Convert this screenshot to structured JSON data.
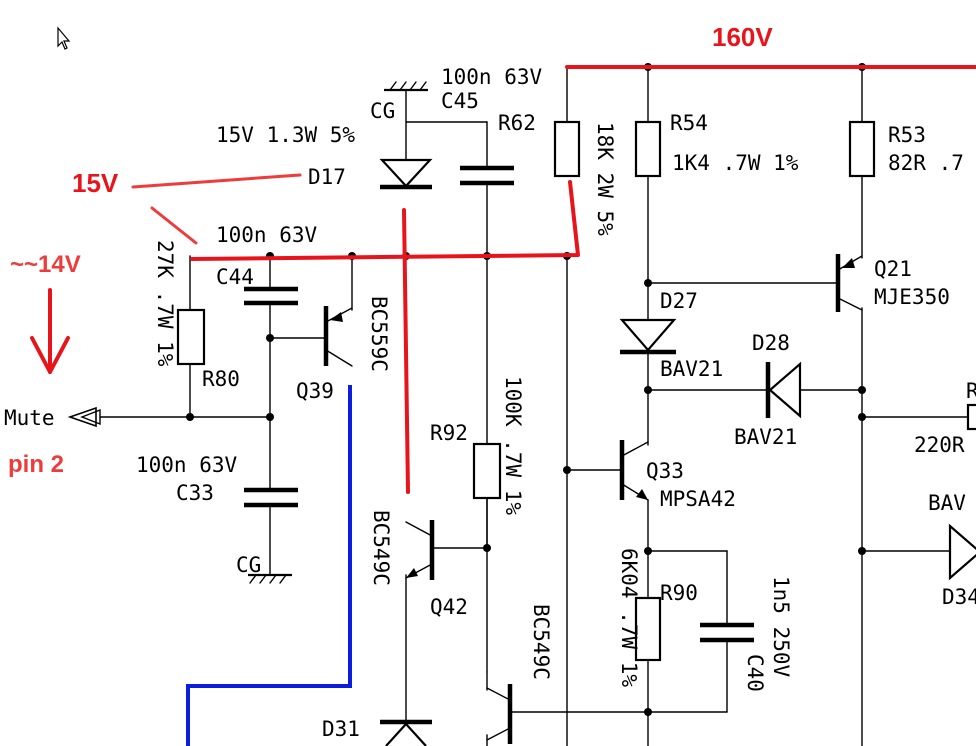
{
  "annotations": {
    "v160": "160V",
    "v15": "15V",
    "v14": "~~14V",
    "pin2": "pin 2"
  },
  "nets": {
    "mute": "Mute",
    "cg_top": "CG",
    "cg_bottom": "CG"
  },
  "components": {
    "c45": {
      "ref": "C45",
      "value": "100n 63V"
    },
    "d17": {
      "ref": "D17",
      "value": "15V 1.3W 5%"
    },
    "r62": {
      "ref": "R62",
      "value": "18K 2W 5%"
    },
    "r54": {
      "ref": "R54",
      "value": "1K4 .7W 1%"
    },
    "r53": {
      "ref": "R53",
      "value": "82R .7"
    },
    "c44": {
      "ref": "C44",
      "value": "100n 63V"
    },
    "r80": {
      "ref": "R80",
      "value": "27K .7W 1%"
    },
    "q39": {
      "ref": "Q39",
      "value": "BC559C"
    },
    "q21": {
      "ref": "Q21",
      "value": "MJE350"
    },
    "d27": {
      "ref": "D27",
      "value": "BAV21"
    },
    "d28": {
      "ref": "D28",
      "value": "BAV21"
    },
    "c33": {
      "ref": "C33",
      "value": "100n 63V"
    },
    "r92": {
      "ref": "R92",
      "value": "100K .7W 1%"
    },
    "q33": {
      "ref": "Q33",
      "value": "MPSA42"
    },
    "q42": {
      "ref": "Q42",
      "value": "BC549C"
    },
    "q_bottom": {
      "value": "BC549C"
    },
    "r90": {
      "ref": "R90",
      "value": "6K04 .7W 1%"
    },
    "c40": {
      "ref": "C40",
      "value": "1n5 250V"
    },
    "d31": {
      "ref": "D31"
    },
    "d34": {
      "ref": "D34",
      "value": "BAV"
    },
    "r_right": {
      "ref": "R",
      "value": "220R"
    }
  },
  "colors": {
    "annotation_red": "#e8141b",
    "annotation_blue": "#0b1ee0",
    "wire": "#000000"
  }
}
